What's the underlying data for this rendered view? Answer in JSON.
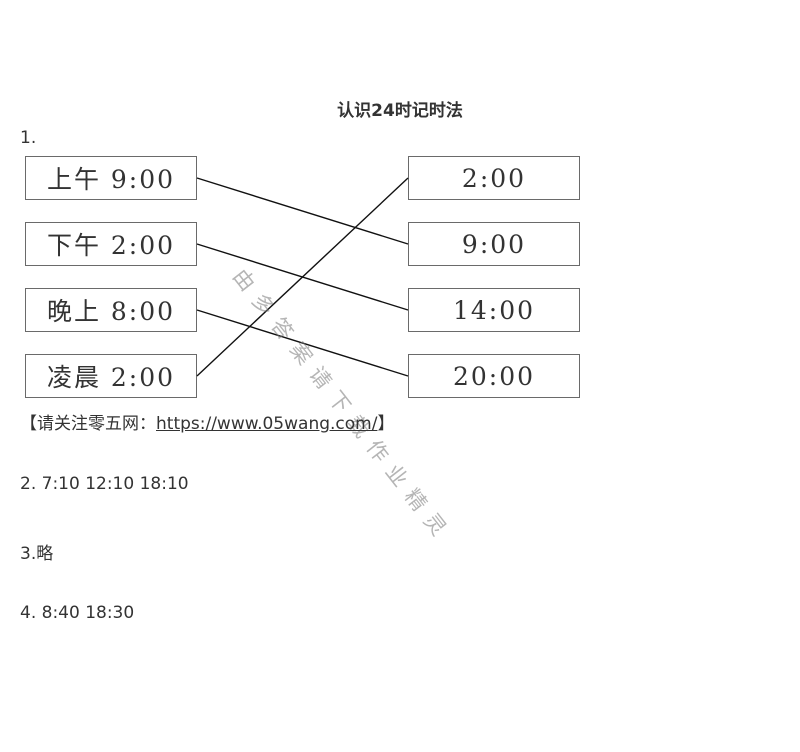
{
  "title": "认识24时记时法",
  "q1": {
    "label": "1.",
    "left_items": [
      "上午 9:00",
      "下午 2:00",
      "晚上 8:00",
      "凌晨 2:00"
    ],
    "right_items": [
      "2:00",
      "9:00",
      "14:00",
      "20:00"
    ],
    "connections": [
      [
        0,
        1
      ],
      [
        1,
        2
      ],
      [
        2,
        3
      ],
      [
        3,
        0
      ]
    ],
    "watermark": "由多答案请下载作业精灵"
  },
  "ad": {
    "prefix": "【请关注零五网：",
    "link": "https://www.05wang.com/",
    "suffix": "】"
  },
  "answers": {
    "q2": "2. 7:10  12:10  18:10",
    "q3": "3.略",
    "q4": "4. 8:40    18:30"
  }
}
